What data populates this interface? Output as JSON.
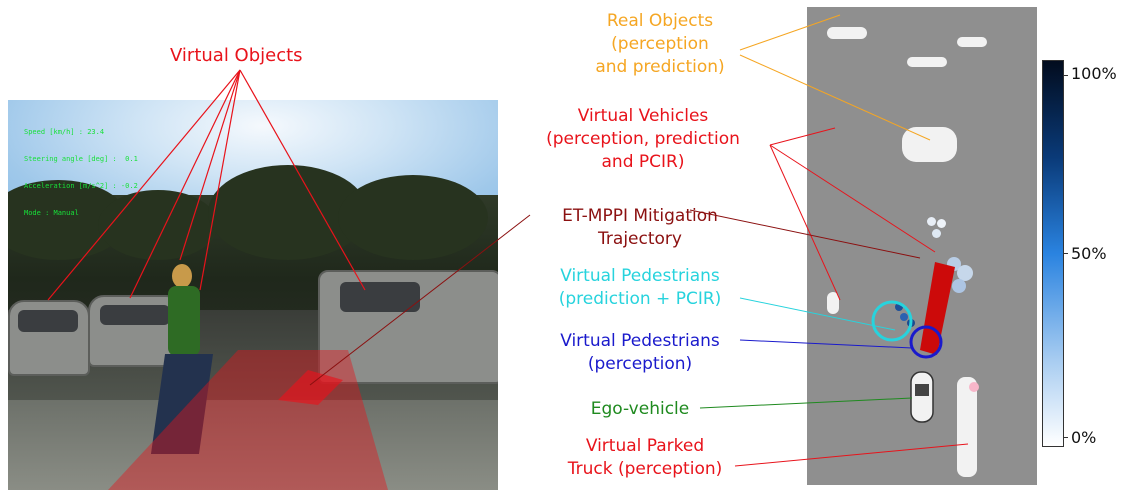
{
  "hud": {
    "speed": "Speed [km/h] : 23.4",
    "steering": "Steering angle [deg] :  0.1",
    "acceleration": "Acceleration [m/s^2] : -0.2",
    "mode": "Mode : Manual"
  },
  "labels": {
    "virtual_objects": "Virtual Objects",
    "real_objects": [
      "Real Objects",
      "(perception",
      "and prediction)"
    ],
    "virtual_vehicles": [
      "Virtual Vehicles",
      "(perception, prediction",
      "and PCIR)"
    ],
    "etmppi": [
      "ET-MPPI Mitigation",
      "Trajectory"
    ],
    "virtual_ped_pred": [
      "Virtual Pedestrians",
      "(prediction + PCIR)"
    ],
    "virtual_ped_perc": [
      "Virtual Pedestrians",
      "(perception)"
    ],
    "ego": "Ego-vehicle",
    "parked_truck": [
      "Virtual Parked",
      "Truck (perception)"
    ]
  },
  "colorbar": {
    "ticks": [
      "100%",
      "50%",
      "0%"
    ]
  },
  "colors": {
    "virtual": "#e8131b",
    "real": "#f5a623",
    "mitigation": "#8b1010",
    "ped_prediction": "#27d3dd",
    "ped_perception": "#1a1acc",
    "ego": "#1f8a1f"
  }
}
